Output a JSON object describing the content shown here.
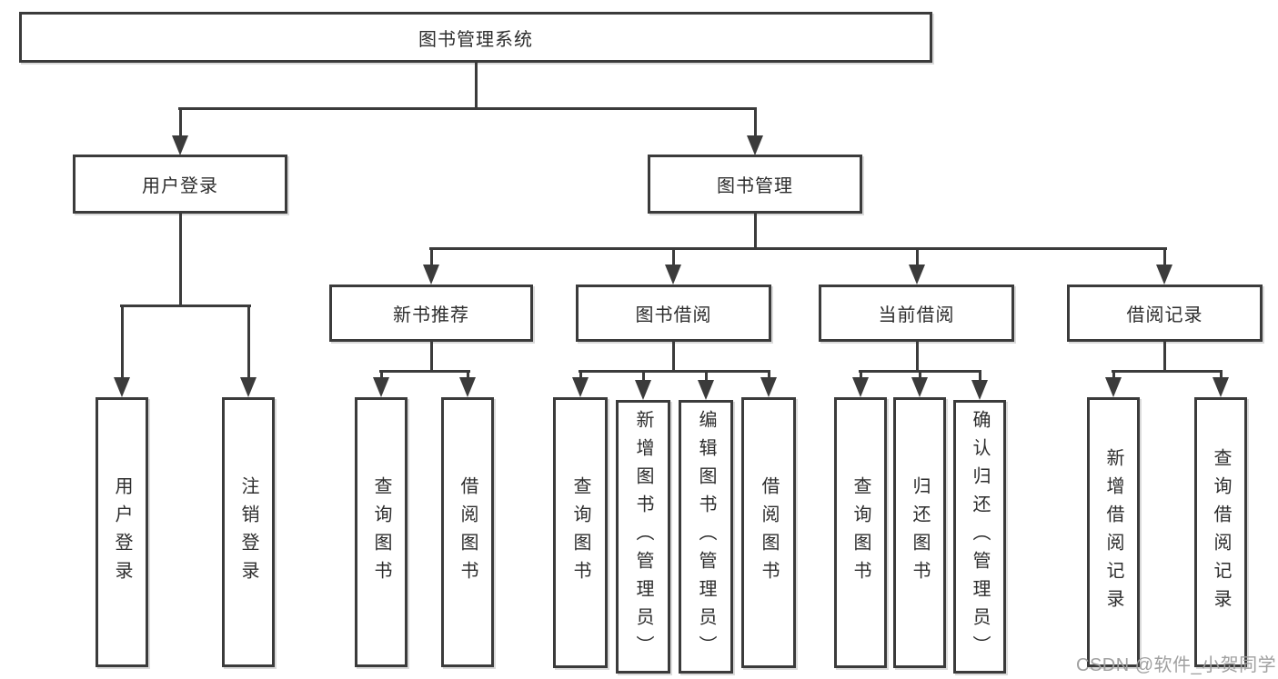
{
  "colors": {
    "line": "#3b3b3b",
    "text": "#2d2d2d",
    "watermark": "#a0a0a0",
    "bg": "#ffffff"
  },
  "root": {
    "label": "图书管理系统"
  },
  "level2": [
    {
      "label": "用户登录"
    },
    {
      "label": "图书管理"
    }
  ],
  "level3": [
    {
      "label": "新书推荐"
    },
    {
      "label": "图书借阅"
    },
    {
      "label": "当前借阅"
    },
    {
      "label": "借阅记录"
    }
  ],
  "leaves": {
    "user_login": [
      {
        "label": "用户登录"
      },
      {
        "label": "注销登录"
      }
    ],
    "new_book": [
      {
        "label": "查询图书"
      },
      {
        "label": "借阅图书"
      }
    ],
    "book_borrow": [
      {
        "label": "查询图书"
      },
      {
        "label": "新增图书（管理员）"
      },
      {
        "label": "编辑图书（管理员）"
      },
      {
        "label": "借阅图书"
      }
    ],
    "current_borrow": [
      {
        "label": "查询图书"
      },
      {
        "label": "归还图书"
      },
      {
        "label": "确认归还（管理员）"
      }
    ],
    "borrow_record": [
      {
        "label": "新增借阅记录"
      },
      {
        "label": "查询借阅记录"
      }
    ]
  },
  "watermark": {
    "text": "CSDN @软件_小贺同学"
  }
}
